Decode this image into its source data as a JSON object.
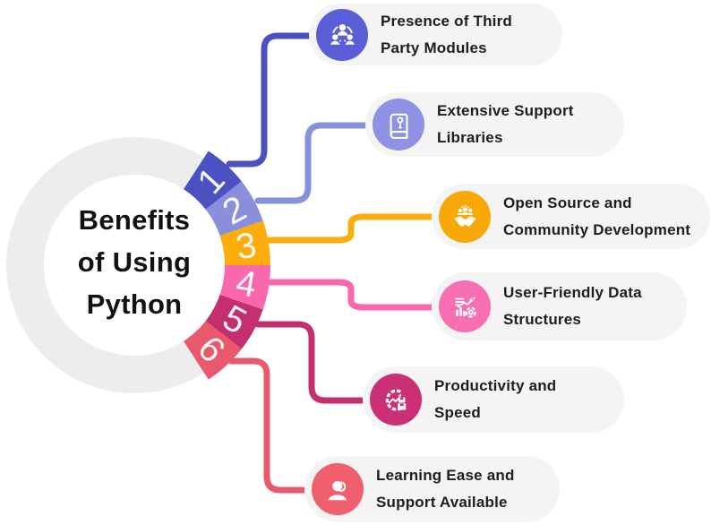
{
  "center": {
    "title_line1": "Benefits",
    "title_line2": "of Using",
    "title_line3": "Python"
  },
  "colors": {
    "ring": "#ededed",
    "inner_circle": "#ffffff",
    "pill_background": "#f4f4f4",
    "label_text": "#1e1e1e",
    "number_text": "#ffffff"
  },
  "benefits": [
    {
      "num": "1",
      "label_line1": "Presence of Third",
      "label_line2": "Party Modules",
      "color": "#4b51c1",
      "icon_color": "#5a5fd8",
      "icon": "team-icon"
    },
    {
      "num": "2",
      "label_line1": "Extensive Support",
      "label_line2": "Libraries",
      "color": "#8a8fdc",
      "icon_color": "#8d92e2",
      "icon": "library-book-icon"
    },
    {
      "num": "3",
      "label_line1": "Open Source and",
      "label_line2": "Community Development",
      "color": "#fcac0b",
      "icon_color": "#f8a90a",
      "icon": "handshake-icon"
    },
    {
      "num": "4",
      "label_line1": "User-Friendly Data",
      "label_line2": "Structures",
      "color": "#f968ad",
      "icon_color": "#f76fb0",
      "icon": "data-chart-icon"
    },
    {
      "num": "5",
      "label_line1": "Productivity and",
      "label_line2": "Speed",
      "color": "#c4306f",
      "icon_color": "#cb3076",
      "icon": "gear-boxes-icon"
    },
    {
      "num": "6",
      "label_line1": "Learning Ease and",
      "label_line2": "Support Available",
      "color": "#e9596c",
      "icon_color": "#ef5f6e",
      "icon": "support-person-icon"
    }
  ]
}
